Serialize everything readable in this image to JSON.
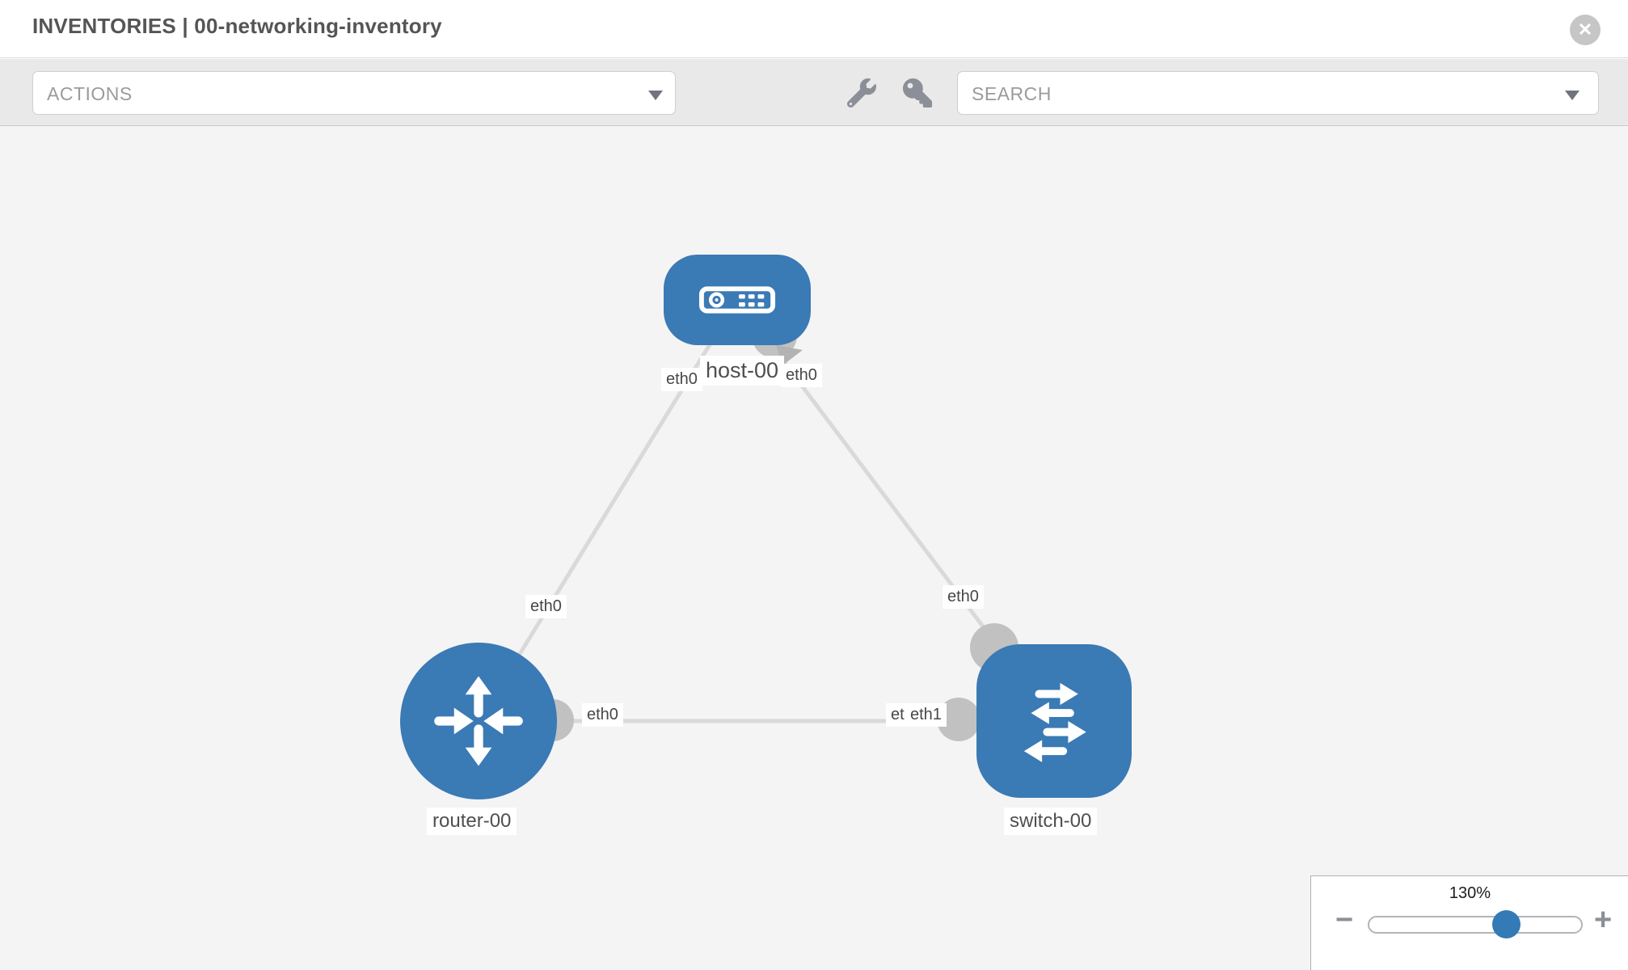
{
  "header": {
    "title": "INVENTORIES | 00-networking-inventory"
  },
  "toolbar": {
    "actions_label": "ACTIONS",
    "search_label": "SEARCH"
  },
  "icons": {
    "close": "✕",
    "minus": "−",
    "plus": "+"
  },
  "topology": {
    "nodes": [
      {
        "label": "host-00",
        "type": "host"
      },
      {
        "label": "router-00",
        "type": "router"
      },
      {
        "label": "switch-00",
        "type": "switch"
      }
    ],
    "links": [
      {
        "from": "host-00",
        "to": "router-00",
        "from_interface": "eth0",
        "to_interface": "eth0"
      },
      {
        "from": "host-00",
        "to": "switch-00",
        "from_interface": "eth0",
        "to_interface": "eth0"
      },
      {
        "from": "router-00",
        "to": "switch-00",
        "from_interface": "eth0",
        "to_interface": "eth1"
      }
    ],
    "interfaces": {
      "host_left": "eth0",
      "host_right": "eth0",
      "link_hr_router": "eth0",
      "link_hs_switch": "eth0",
      "link_rs_router": "eth0",
      "link_rs_switch_back": "eth0",
      "link_rs_switch_front": "eth1"
    },
    "colors": {
      "node_blue": "#3a7ab5",
      "link_gray": "#d9d9d9",
      "connector_gray": "#c1c1c1"
    }
  },
  "zoom_control": {
    "level": "130%"
  }
}
